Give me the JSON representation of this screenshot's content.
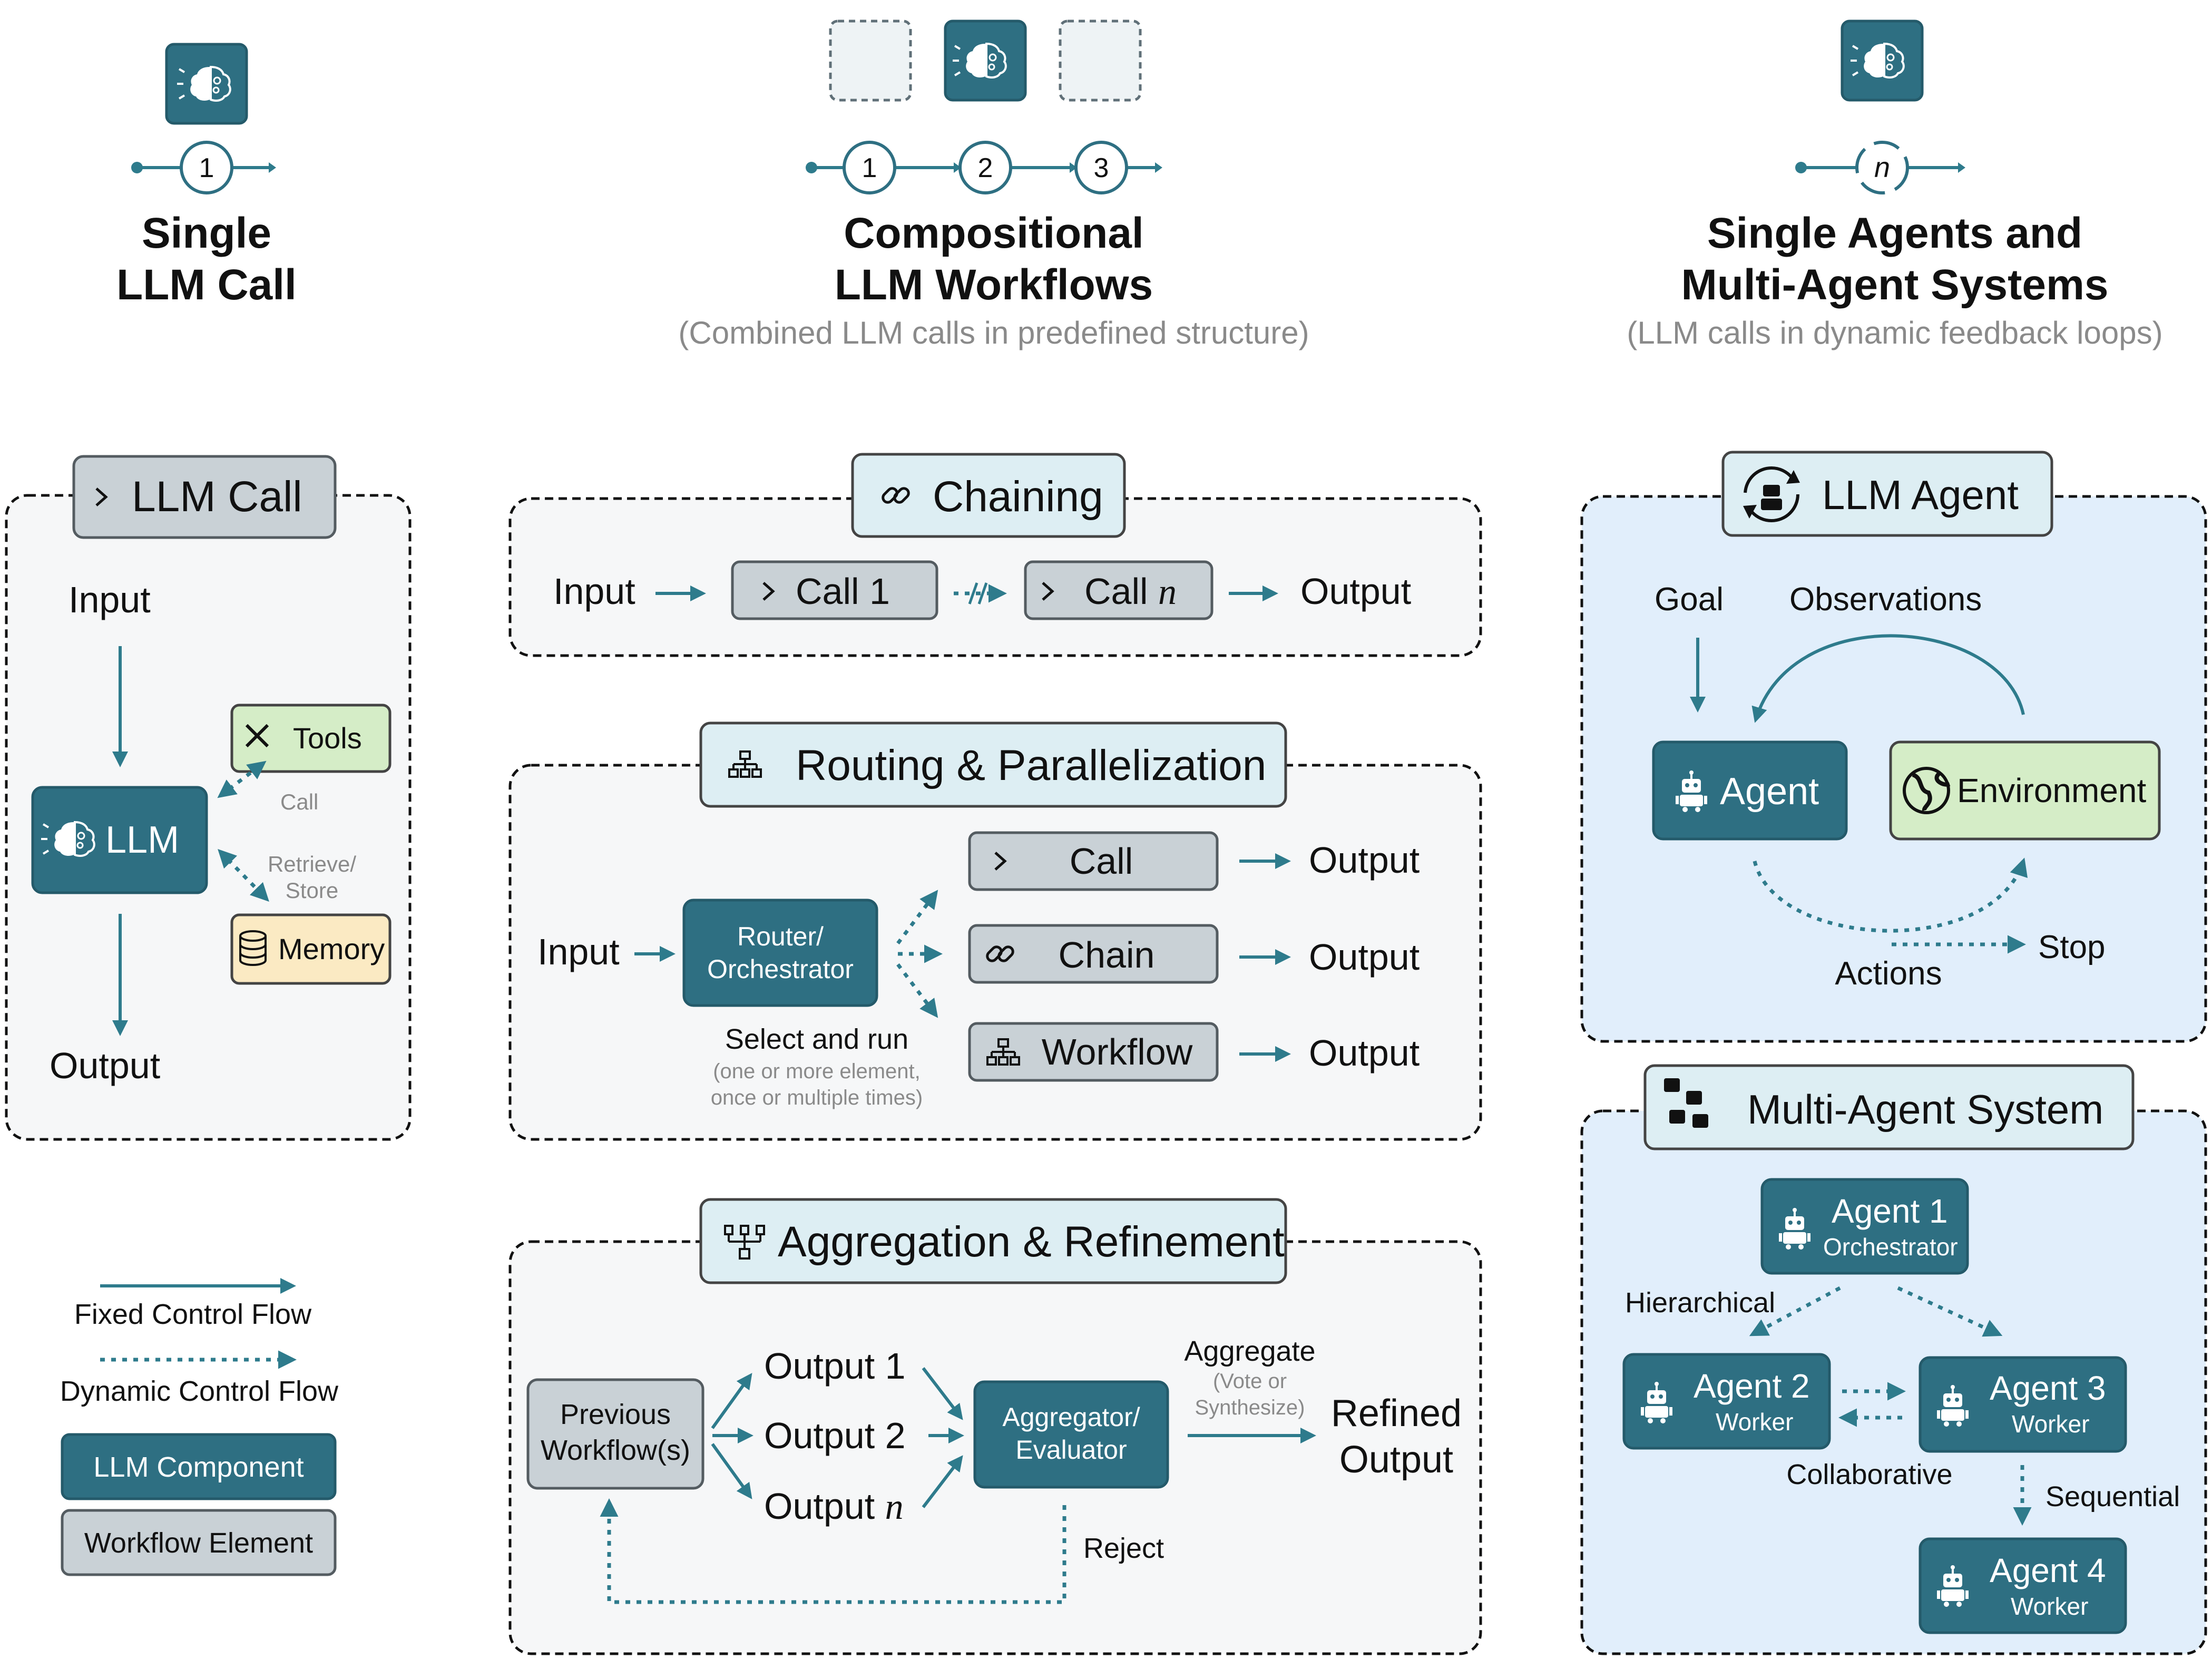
{
  "headers": {
    "col1": {
      "title_line1": "Single",
      "title_line2": "LLM Call",
      "step": "1"
    },
    "col2": {
      "title_line1": "Compositional",
      "title_line2": "LLM Workflows",
      "subtitle": "(Combined LLM calls in predefined structure)",
      "steps": [
        "1",
        "2",
        "3"
      ]
    },
    "col3": {
      "title_line1": "Single Agents and",
      "title_line2": "Multi-Agent Systems",
      "subtitle": "(LLM calls in dynamic feedback loops)",
      "loop_symbol": "n"
    }
  },
  "llm_call": {
    "title": "LLM Call",
    "input": "Input",
    "output": "Output",
    "llm": "LLM",
    "tools": "Tools",
    "memory": "Memory",
    "call_label": "Call",
    "retrieve_line1": "Retrieve/",
    "retrieve_line2": "Store"
  },
  "chaining": {
    "title": "Chaining",
    "input": "Input",
    "call1": "Call 1",
    "calln_prefix": "Call ",
    "calln_var": "n",
    "output": "Output"
  },
  "routing": {
    "title": "Routing & Parallelization",
    "input": "Input",
    "router_line1": "Router/",
    "router_line2": "Orchestrator",
    "select_run": "Select and run",
    "note_line1": "(one or more element,",
    "note_line2": "once or multiple times)",
    "call": "Call",
    "chain": "Chain",
    "workflow": "Workflow",
    "output": "Output"
  },
  "aggregation": {
    "title": "Aggregation & Refinement",
    "prev_line1": "Previous",
    "prev_line2": "Workflow(s)",
    "output1": "Output 1",
    "output2": "Output 2",
    "outputn_prefix": "Output ",
    "outputn_var": "n",
    "agg_line1": "Aggregator/",
    "agg_line2": "Evaluator",
    "aggregate": "Aggregate",
    "vote_line1": "(Vote or",
    "vote_line2": "Synthesize)",
    "refined_line1": "Refined",
    "refined_line2": "Output",
    "reject": "Reject"
  },
  "legend": {
    "fixed": "Fixed Control Flow",
    "dynamic": "Dynamic Control Flow",
    "llm_component": "LLM Component",
    "workflow_element": "Workflow Element"
  },
  "llm_agent": {
    "title": "LLM Agent",
    "goal": "Goal",
    "observations": "Observations",
    "agent": "Agent",
    "environment": "Environment",
    "actions": "Actions",
    "stop": "Stop"
  },
  "multi_agent": {
    "title": "Multi-Agent System",
    "agent1": "Agent 1",
    "agent1_role": "Orchestrator",
    "agent2": "Agent 2",
    "agent2_role": "Worker",
    "agent3": "Agent 3",
    "agent3_role": "Worker",
    "agent4": "Agent 4",
    "agent4_role": "Worker",
    "hierarchical": "Hierarchical",
    "collaborative": "Collaborative",
    "sequential": "Sequential"
  }
}
